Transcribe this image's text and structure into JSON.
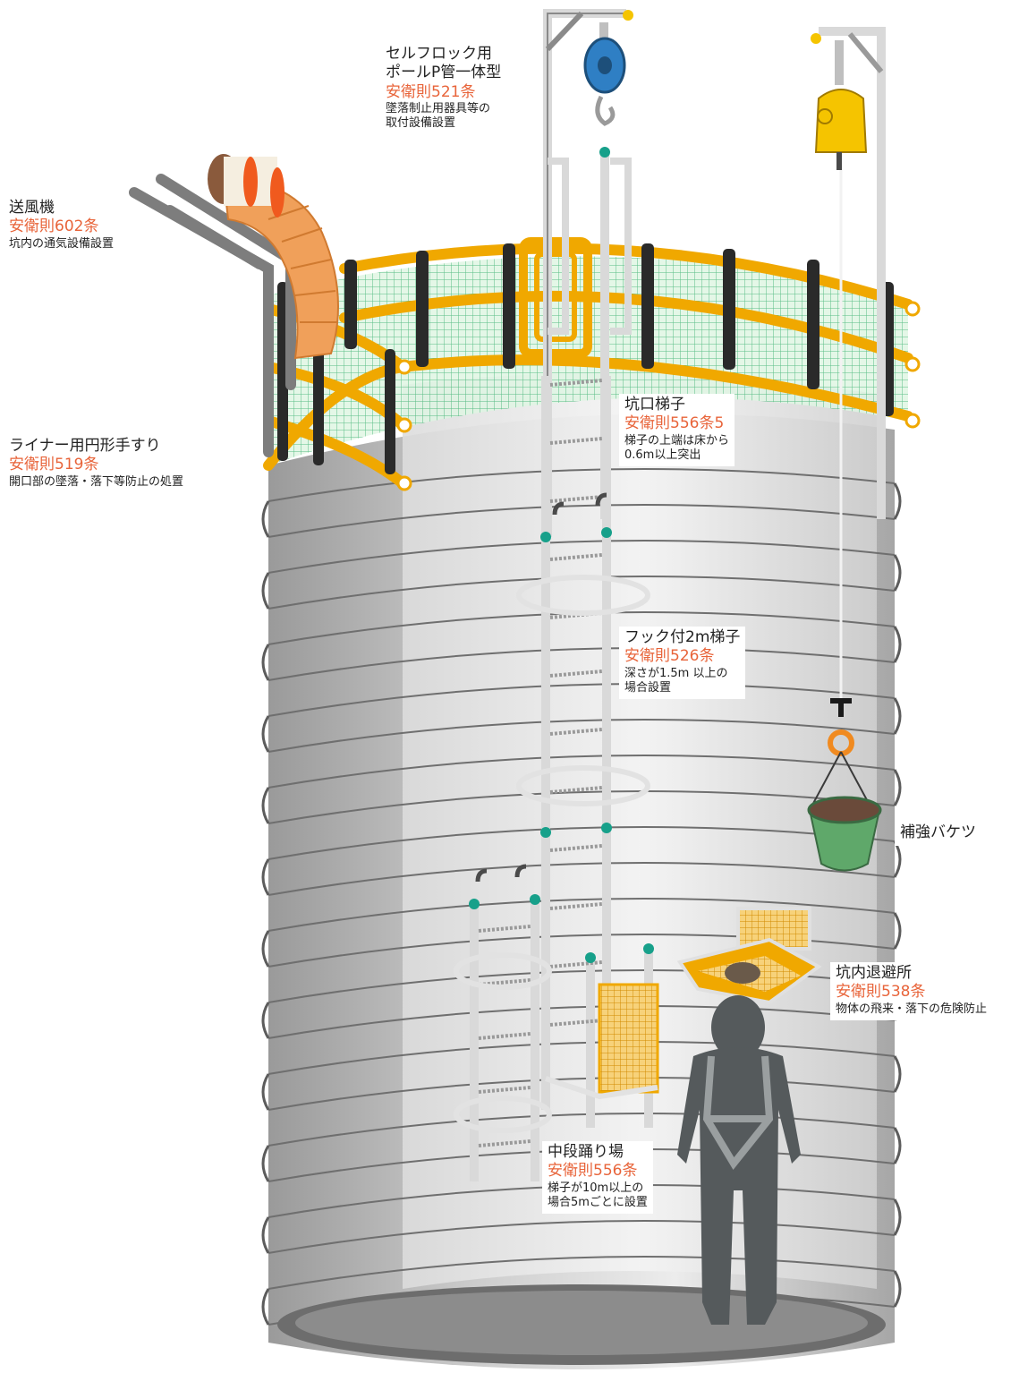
{
  "labels": {
    "pole": {
      "title_line1": "セルフロック用",
      "title_line2": "ポールP管一体型",
      "rule": "安衛則521条",
      "desc_line1": "墜落制止用器具等の",
      "desc_line2": "取付設備設置"
    },
    "blower": {
      "title": "送風機",
      "rule": "安衛則602条",
      "desc": "坑内の通気設備設置"
    },
    "handrail": {
      "title": "ライナー用円形手すり",
      "rule": "安衛則519条",
      "desc": "開口部の墜落・落下等防止の処置"
    },
    "top_ladder": {
      "title": "坑口梯子",
      "rule": "安衛則556条5",
      "desc_line1": "梯子の上端は床から",
      "desc_line2": "0.6m以上突出"
    },
    "hook_ladder": {
      "title": "フック付2m梯子",
      "rule": "安衛則526条",
      "desc_line1": "深さが1.5m 以上の",
      "desc_line2": "場合設置"
    },
    "bucket": {
      "title": "補強バケツ"
    },
    "shelter": {
      "title": "坑内退避所",
      "rule": "安衛則538条",
      "desc": "物体の飛来・落下の危険防止"
    },
    "landing": {
      "title": "中段踊り場",
      "rule": "安衛則556条",
      "desc_line1": "梯子が10m以上の",
      "desc_line2": "場合5mごとに設置"
    }
  },
  "colors": {
    "rule_text": "#e8643a",
    "rail_yellow": "#f0a800",
    "net_green": "#3cb371",
    "shaft_gray": "#8a8a8a",
    "worker": "#555a5c",
    "bucket_green": "#5fa86a",
    "hoist_yellow": "#f5c400",
    "block_blue": "#2f7fc4",
    "blower_orange": "#f0a05a"
  },
  "icons": [
    "blower-icon",
    "pulley-block-icon",
    "hoist-icon",
    "bucket-icon",
    "shelter-icon",
    "worker-icon",
    "ladder-icon"
  ]
}
